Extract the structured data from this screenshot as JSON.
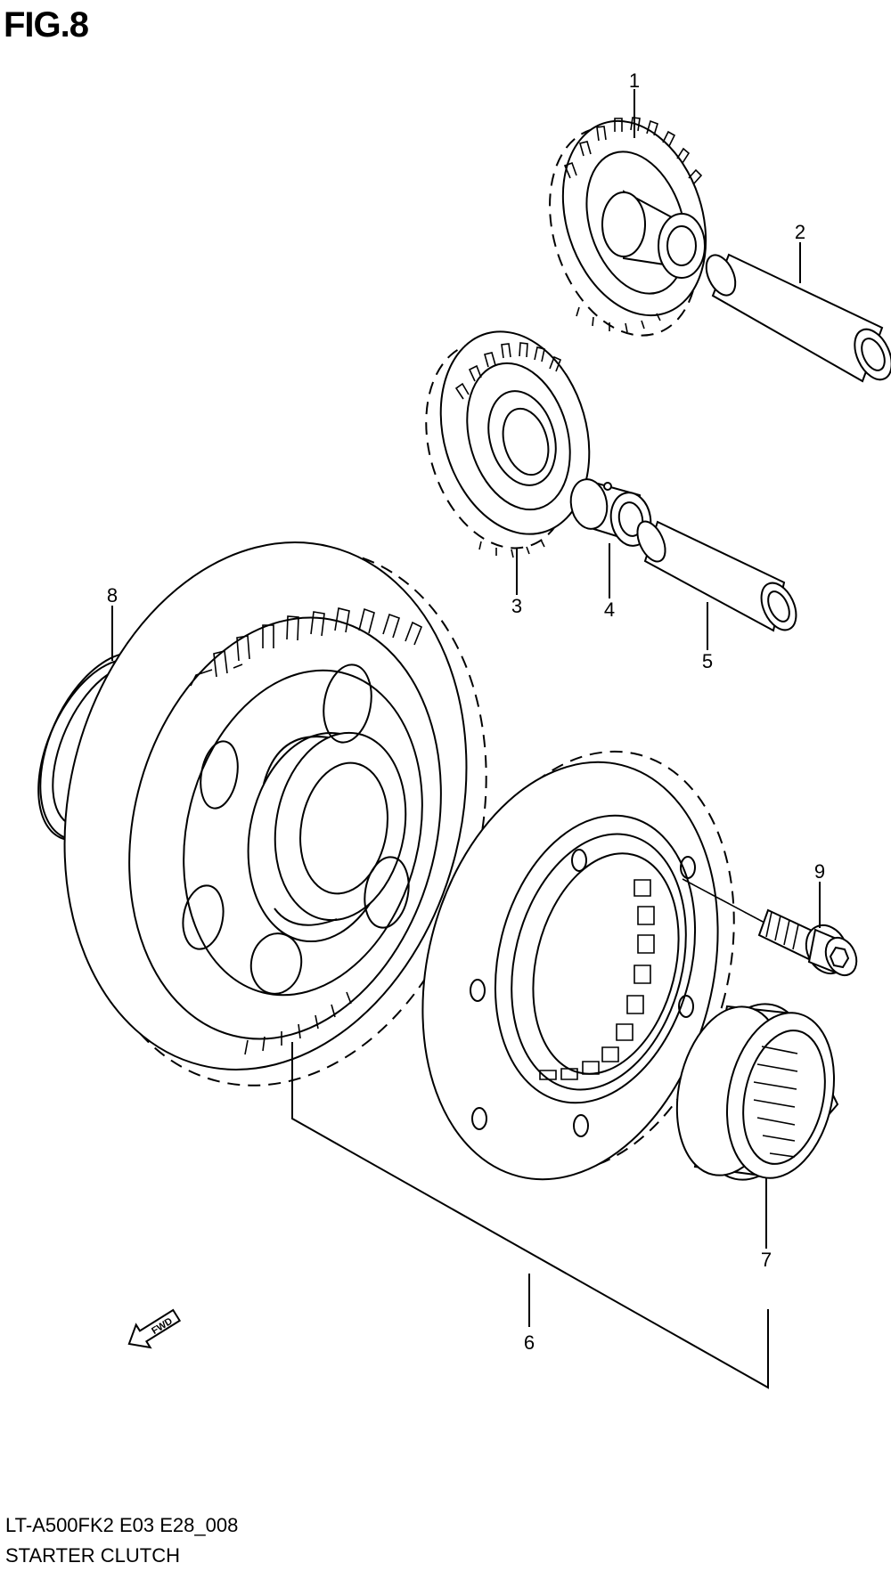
{
  "figure": {
    "title": "FIG.8",
    "code": "LT-A500FK2 E03 E28_008",
    "name": "STARTER CLUTCH"
  },
  "callouts": [
    "1",
    "2",
    "3",
    "4",
    "5",
    "6",
    "7",
    "8",
    "9"
  ],
  "direction_marker": {
    "label": "FWD",
    "icon": "forward-arrow-icon"
  }
}
